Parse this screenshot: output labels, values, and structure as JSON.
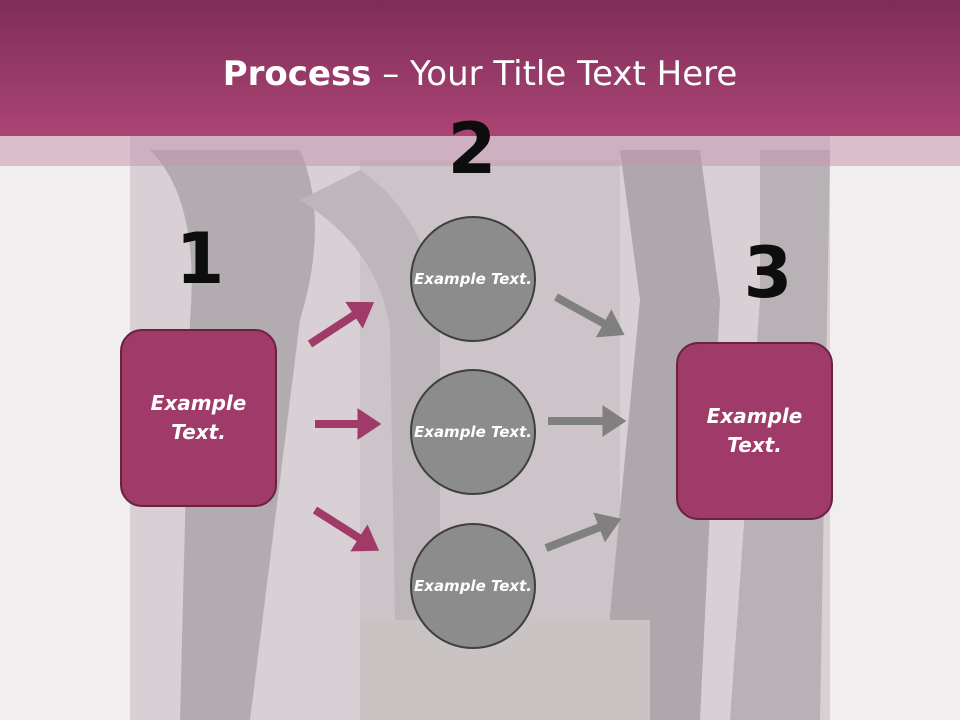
{
  "title": {
    "bold": "Process",
    "rest": " – Your Title Text Here"
  },
  "steps": [
    {
      "number": "1",
      "text": "Example Text."
    },
    {
      "number": "2"
    },
    {
      "number": "3",
      "text": "Example Text."
    }
  ],
  "circles": [
    {
      "text": "Example Text."
    },
    {
      "text": "Example Text."
    },
    {
      "text": "Example Text."
    }
  ],
  "colors": {
    "header": "#a03d6c",
    "box": "#a03a68",
    "box_border": "#6a2243",
    "circle": "#8c8c8c",
    "arrow_left": "#a03a68",
    "arrow_right": "#808080"
  }
}
